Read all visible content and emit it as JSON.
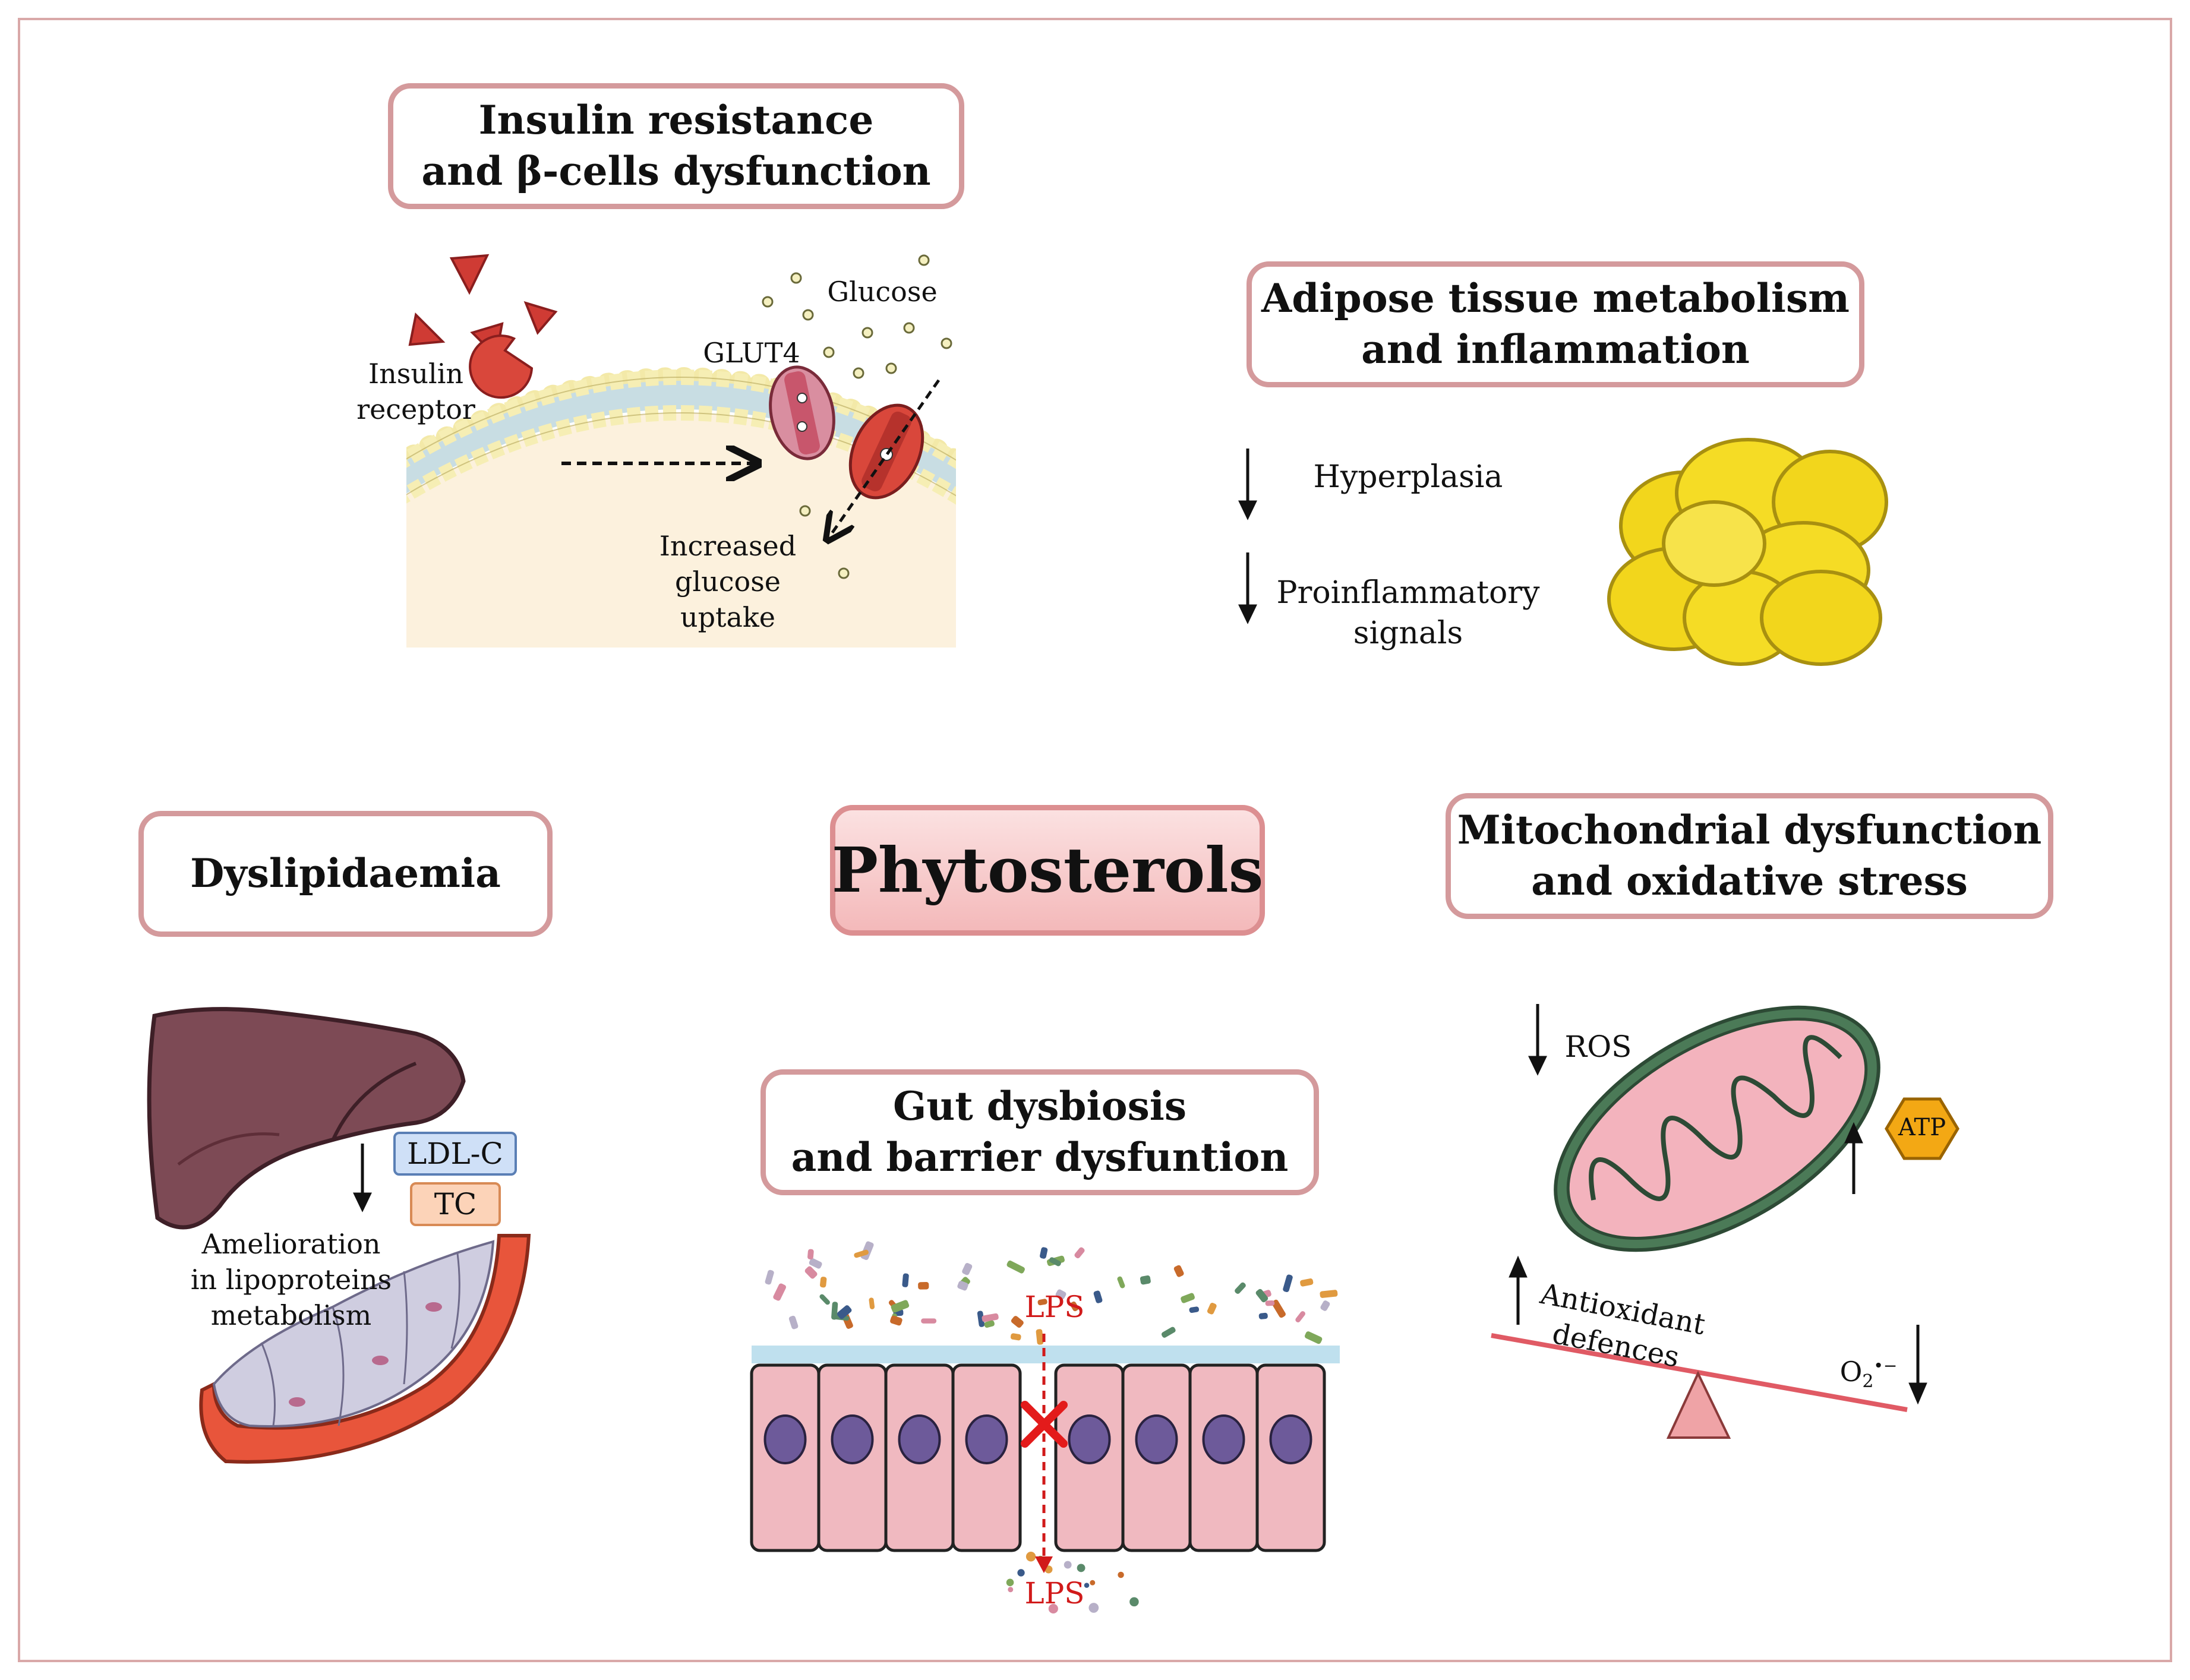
{
  "central_box": {
    "label": "Phytosterols"
  },
  "insulin": {
    "title": [
      "Insulin resistance",
      "and β-cells dysfunction"
    ],
    "receptor_label": [
      "Insulin",
      "receptor"
    ],
    "glut4_label": "GLUT4",
    "glucose_label": "Glucose",
    "uptake_label": [
      "Increased",
      "glucose",
      "uptake"
    ]
  },
  "adipose": {
    "title": [
      "Adipose tissue metabolism",
      "and inflammation"
    ],
    "items": [
      {
        "direction": "down",
        "label": [
          "Hyperplasia"
        ]
      },
      {
        "direction": "down",
        "label": [
          "Proinflammatory",
          "signals"
        ]
      }
    ]
  },
  "dyslipidaemia": {
    "title": "Dyslipidaemia",
    "ldl_label": "LDL-C",
    "tc_label": "TC",
    "amelioration_label": [
      "Amelioration",
      "in lipoproteins",
      "metabolism"
    ]
  },
  "gut": {
    "title": [
      "Gut dysbiosis",
      "and barrier dysfuntion"
    ],
    "lps_top": "LPS",
    "lps_bottom": "LPS"
  },
  "mito": {
    "title": [
      "Mitochondrial dysfunction",
      "and oxidative stress"
    ],
    "ros_label": "ROS",
    "atp_label": "ATP",
    "antioxidant_label": [
      "Antioxidant",
      "defences"
    ],
    "o2_label": "O",
    "o2_sub": "2",
    "o2_sup": "•−"
  },
  "colors": {
    "box_border": "#d49a9c",
    "central_fill": "#f4b9ba",
    "membrane": "#f3e9a8",
    "cytoplasm": "#fcf1dd",
    "liver": "#7d4a55",
    "vessel": "#e8553b",
    "gut_cell": "#f0b9c0",
    "fat": "#f2d61c",
    "mito": "#f3b3bd",
    "lps_red": "#d11a1a"
  }
}
